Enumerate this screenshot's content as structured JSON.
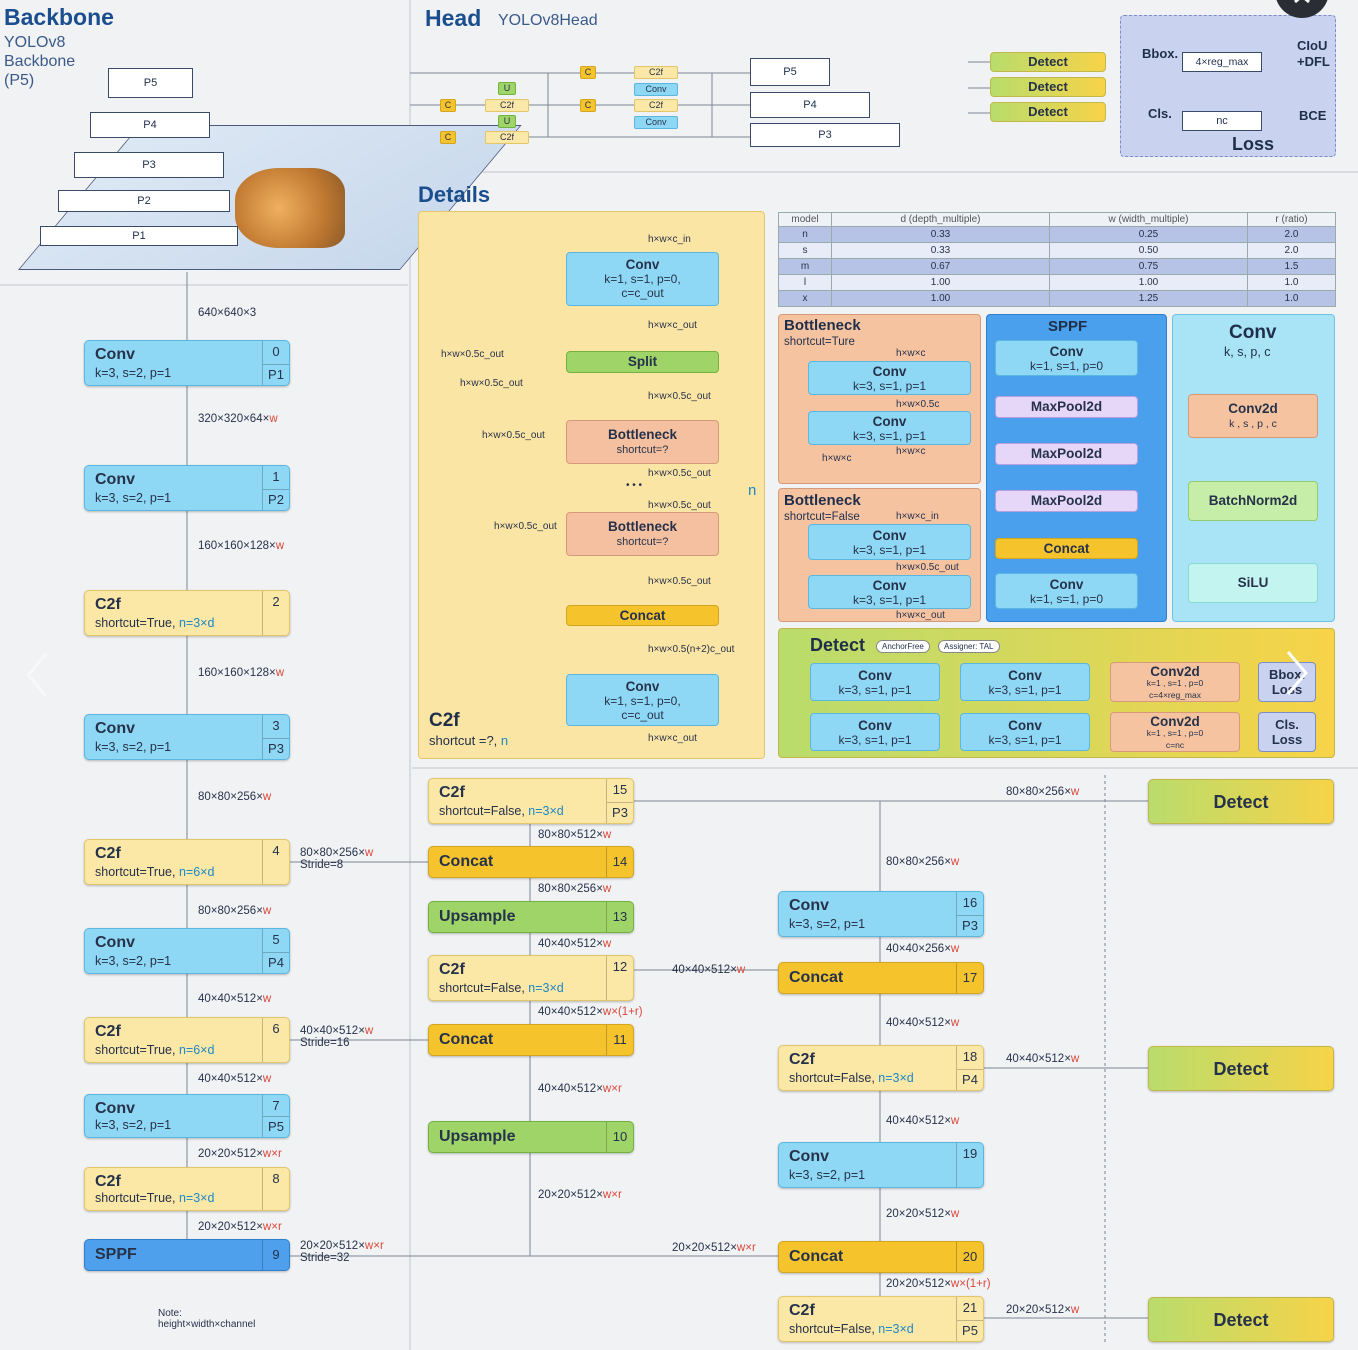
{
  "backbone": {
    "title": "Backbone",
    "model": "YOLOv8",
    "sub": "Backbone",
    "scale": "(P5)",
    "pyramid": [
      "P5",
      "P4",
      "P3",
      "P2",
      "P1"
    ],
    "input": "640×640×3"
  },
  "head": {
    "title": "Head",
    "sub": "YOLOv8Head",
    "levels": [
      "P5",
      "P4",
      "P3"
    ],
    "detect": "Detect",
    "mini": {
      "c": "C",
      "u": "U",
      "c2f": "C2f",
      "conv": "Conv"
    }
  },
  "loss": {
    "bbox": "Bbox.",
    "reg": "4×reg_max",
    "ciou": "CIoU",
    "dfl": "+DFL",
    "cls": "Cls.",
    "nc": "nc",
    "bce": "BCE",
    "title": "Loss"
  },
  "details": {
    "title": "Details"
  },
  "c2f_detail": {
    "conv1_name": "Conv",
    "conv1_sub1": "k=1, s=1, p=0,",
    "conv1_sub2": "c=c_out",
    "split": "Split",
    "b1": "Bottleneck",
    "b1_sub": "shortcut=?",
    "b2": "Bottleneck",
    "b2_sub": "shortcut=?",
    "concat": "Concat",
    "conv2_name": "Conv",
    "conv2_sub1": "k=1, s=1, p=0,",
    "conv2_sub2": "c=c_out",
    "title": "C2f",
    "sub": "shortcut =?,",
    "n": "n",
    "n_label": "n",
    "dots": "• • •",
    "l_in": "h×w×c_in",
    "l_a": "h×w×c_out",
    "l_b": "h×w×0.5c_out",
    "l_c": "h×w×0.5c_out",
    "l_d": "h×w×0.5c_out",
    "l_e": "h×w×0.5c_out",
    "l_f": "h×w×0.5c_out",
    "l_g": "h×w×0.5c_out",
    "l_h": "h×w×0.5(n+2)c_out",
    "l_out": "h×w×c_out",
    "side1": "h×w×0.5c_out",
    "side2": "h×w×0.5c_out",
    "side3": "h×w×0.5c_out",
    "side4": "h×w×0.5c_out"
  },
  "model_table": {
    "headers": [
      "model",
      "d (depth_multiple)",
      "w (width_multiple)",
      "r (ratio)"
    ],
    "rows": [
      [
        "n",
        "0.33",
        "0.25",
        "2.0"
      ],
      [
        "s",
        "0.33",
        "0.50",
        "2.0"
      ],
      [
        "m",
        "0.67",
        "0.75",
        "1.5"
      ],
      [
        "l",
        "1.00",
        "1.00",
        "1.0"
      ],
      [
        "x",
        "1.00",
        "1.25",
        "1.0"
      ]
    ]
  },
  "bottleneck_true": {
    "title": "Bottleneck",
    "sub": "shortcut=Ture",
    "conv": "Conv",
    "conv_sub": "k=3, s=1, p=1",
    "l1": "h×w×c",
    "l2": "h×w×0.5c",
    "l3": "h×w×c",
    "l4": "h×w×c"
  },
  "bottleneck_false": {
    "title": "Bottleneck",
    "sub": "shortcut=False",
    "conv": "Conv",
    "conv_sub": "k=3, s=1, p=1",
    "l1": "h×w×c_in",
    "l2": "h×w×0.5c_out",
    "l3": "h×w×c_out"
  },
  "sppf_detail": {
    "title": "SPPF",
    "conv": "Conv",
    "conv_sub": "k=1, s=1, p=0",
    "mp": "MaxPool2d",
    "concat": "Concat"
  },
  "conv_detail": {
    "title": "Conv",
    "sub": "k, s,  p, c",
    "conv2d": "Conv2d",
    "conv2d_sub": "k , s , p , c",
    "bn": "BatchNorm2d",
    "silu": "SiLU"
  },
  "detect_detail": {
    "title": "Detect",
    "tag1": "AnchorFree",
    "tag2": "Assigner: TAL",
    "conv": "Conv",
    "conv_sub": "k=3, s=1, p=1",
    "conv2d": "Conv2d",
    "c2d_sub1": "k=1 , s=1 , p=0",
    "c2d_sub1b": "c=4×reg_max",
    "c2d_sub2": "k=1 , s=1 , p=0",
    "c2d_sub2b": "c=nc",
    "bbox": "Bbox.",
    "bbox2": "Loss",
    "cls": "Cls.",
    "cls2": "Loss"
  },
  "bb_blocks": [
    {
      "name": "Conv",
      "sub": "k=3, s=2, p=1",
      "idx": "0",
      "p": "P1"
    },
    {
      "name": "Conv",
      "sub": "k=3, s=2, p=1",
      "idx": "1",
      "p": "P2"
    },
    {
      "name": "C2f",
      "sub": "shortcut=True,",
      "n": "n=3×d",
      "idx": "2"
    },
    {
      "name": "Conv",
      "sub": "k=3, s=2, p=1",
      "idx": "3",
      "p": "P3"
    },
    {
      "name": "C2f",
      "sub": "shortcut=True,",
      "n": "n=6×d",
      "idx": "4"
    },
    {
      "name": "Conv",
      "sub": "k=3, s=2, p=1",
      "idx": "5",
      "p": "P4"
    },
    {
      "name": "C2f",
      "sub": "shortcut=True,",
      "n": "n=6×d",
      "idx": "6"
    },
    {
      "name": "Conv",
      "sub": "k=3, s=2, p=1",
      "idx": "7",
      "p": "P5"
    },
    {
      "name": "C2f",
      "sub": "shortcut=True,",
      "n": "n=3×d",
      "idx": "8"
    },
    {
      "name": "SPPF",
      "idx": "9"
    }
  ],
  "bb_labels": {
    "a": "320×320×64×",
    "b": "160×160×128×",
    "c": "160×160×128×",
    "d": "80×80×256×",
    "e": "80×80×256×",
    "f": "40×40×512×",
    "g": "40×40×512×",
    "h": "20×20×512×",
    "h2": "w×r",
    "i": "20×20×512×",
    "i2": "w×r",
    "w": "w",
    "s4": "80×80×256×",
    "s4b": "Stride=8",
    "s6": "40×40×512×",
    "s6b": "Stride=16",
    "s9": "20×20×512×",
    "s9r": "w×r",
    "s9b": "Stride=32"
  },
  "neck_blocks": [
    {
      "name": "C2f",
      "sub": "shortcut=False,",
      "n": "n=3×d",
      "idx": "15",
      "p": "P3"
    },
    {
      "name": "Concat",
      "idx": "14"
    },
    {
      "name": "Upsample",
      "idx": "13"
    },
    {
      "name": "C2f",
      "sub": "shortcut=False,",
      "n": "n=3×d",
      "idx": "12"
    },
    {
      "name": "Concat",
      "idx": "11"
    },
    {
      "name": "Upsample",
      "idx": "10"
    },
    {
      "name": "Conv",
      "sub": "k=3, s=2, p=1",
      "idx": "16",
      "p": "P3"
    },
    {
      "name": "Concat",
      "idx": "17"
    },
    {
      "name": "C2f",
      "sub": "shortcut=False,",
      "n": "n=3×d",
      "idx": "18",
      "p": "P4"
    },
    {
      "name": "Conv",
      "sub": "k=3, s=2, p=1",
      "idx": "19"
    },
    {
      "name": "Concat",
      "idx": "20"
    },
    {
      "name": "C2f",
      "sub": "shortcut=False,",
      "n": "n=3×d",
      "idx": "21",
      "p": "P5"
    }
  ],
  "neck_labels": {
    "a": "80×80×512×",
    "b": "80×80×256×",
    "c": "40×40×512×",
    "d": "40×40×512×",
    "d2": "w×(1+r)",
    "e": "40×40×512×",
    "e2": "w×r",
    "f": "20×20×512×",
    "f2": "w×r",
    "g": "80×80×256×",
    "h": "80×80×256×",
    "i": "40×40×256×",
    "j": "40×40×512×",
    "k": "40×40×512×",
    "l": "40×40×512×",
    "m": "40×40×512×",
    "n": "20×20×512×",
    "o": "20×20×512×",
    "o2": "w×r",
    "p": "20×20×512×",
    "p2": "w×(1+r)",
    "q": "20×20×512×"
  },
  "detect_label": "Detect",
  "note": {
    "line1": "Note:",
    "line2": "height×width×channel"
  },
  "colors": {
    "conv": "#8ed8f5",
    "c2f": "#fbe7a6",
    "concat": "#f5c32c",
    "upsample": "#9ed468",
    "sppf": "#4ea0ec",
    "detect": "#f7d348"
  }
}
